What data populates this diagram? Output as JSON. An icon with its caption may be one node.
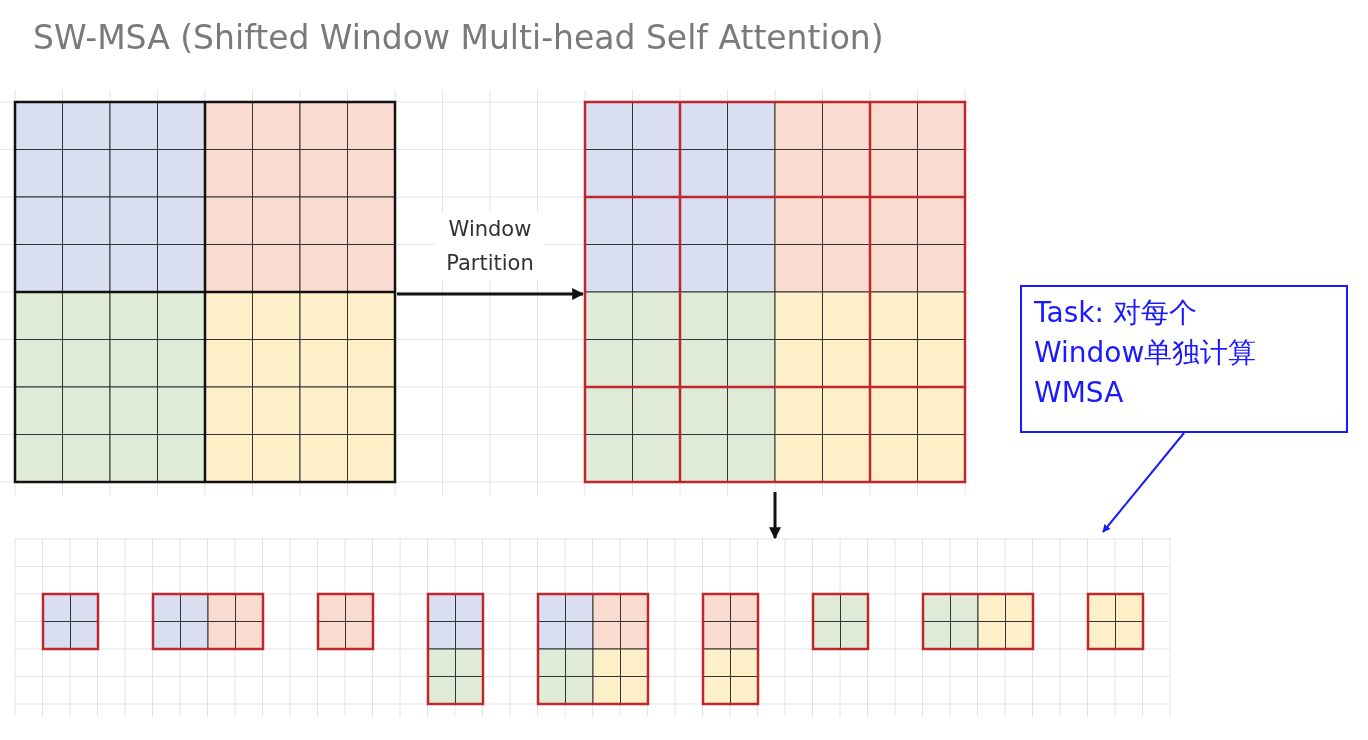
{
  "diagram": {
    "title": "SW-MSA (Shifted Window Multi-head Self Attention)",
    "nodes": [
      {
        "text": [],
        "shape": "box"
      },
      {
        "text": [],
        "shape": "box"
      },
      {
        "text": [],
        "shape": "box"
      },
      {
        "text": [],
        "shape": "box",
        "in": 2
      },
      {
        "text": [],
        "shape": "box",
        "in": 2
      },
      {
        "text": [],
        "shape": "box",
        "in": 2
      },
      {
        "text": [],
        "shape": "box",
        "in": 2
      },
      {
        "text": [],
        "shape": "box",
        "in": 2
      },
      {
        "text": [],
        "shape": "box",
        "in": 2
      },
      {
        "text": [],
        "shape": "box",
        "in": 2
      },
      {
        "text": [],
        "shape": "box",
        "in": 2
      },
      {
        "text": [],
        "shape": "box",
        "in": 2
      },
      {
        "text": [
          "Task: 对每个Window单独计算WMSA"
        ]
      }
    ],
    "edges": [
      {
        "from": 0,
        "to": 1,
        "arrow": "to",
        "label": "Window Partition"
      },
      {
        "from": 1,
        "to": 2,
        "arrow": "to"
      },
      {
        "from": 12,
        "to": 2,
        "arrow": "to",
        "color": "#1a1aff"
      }
    ]
  }
}
